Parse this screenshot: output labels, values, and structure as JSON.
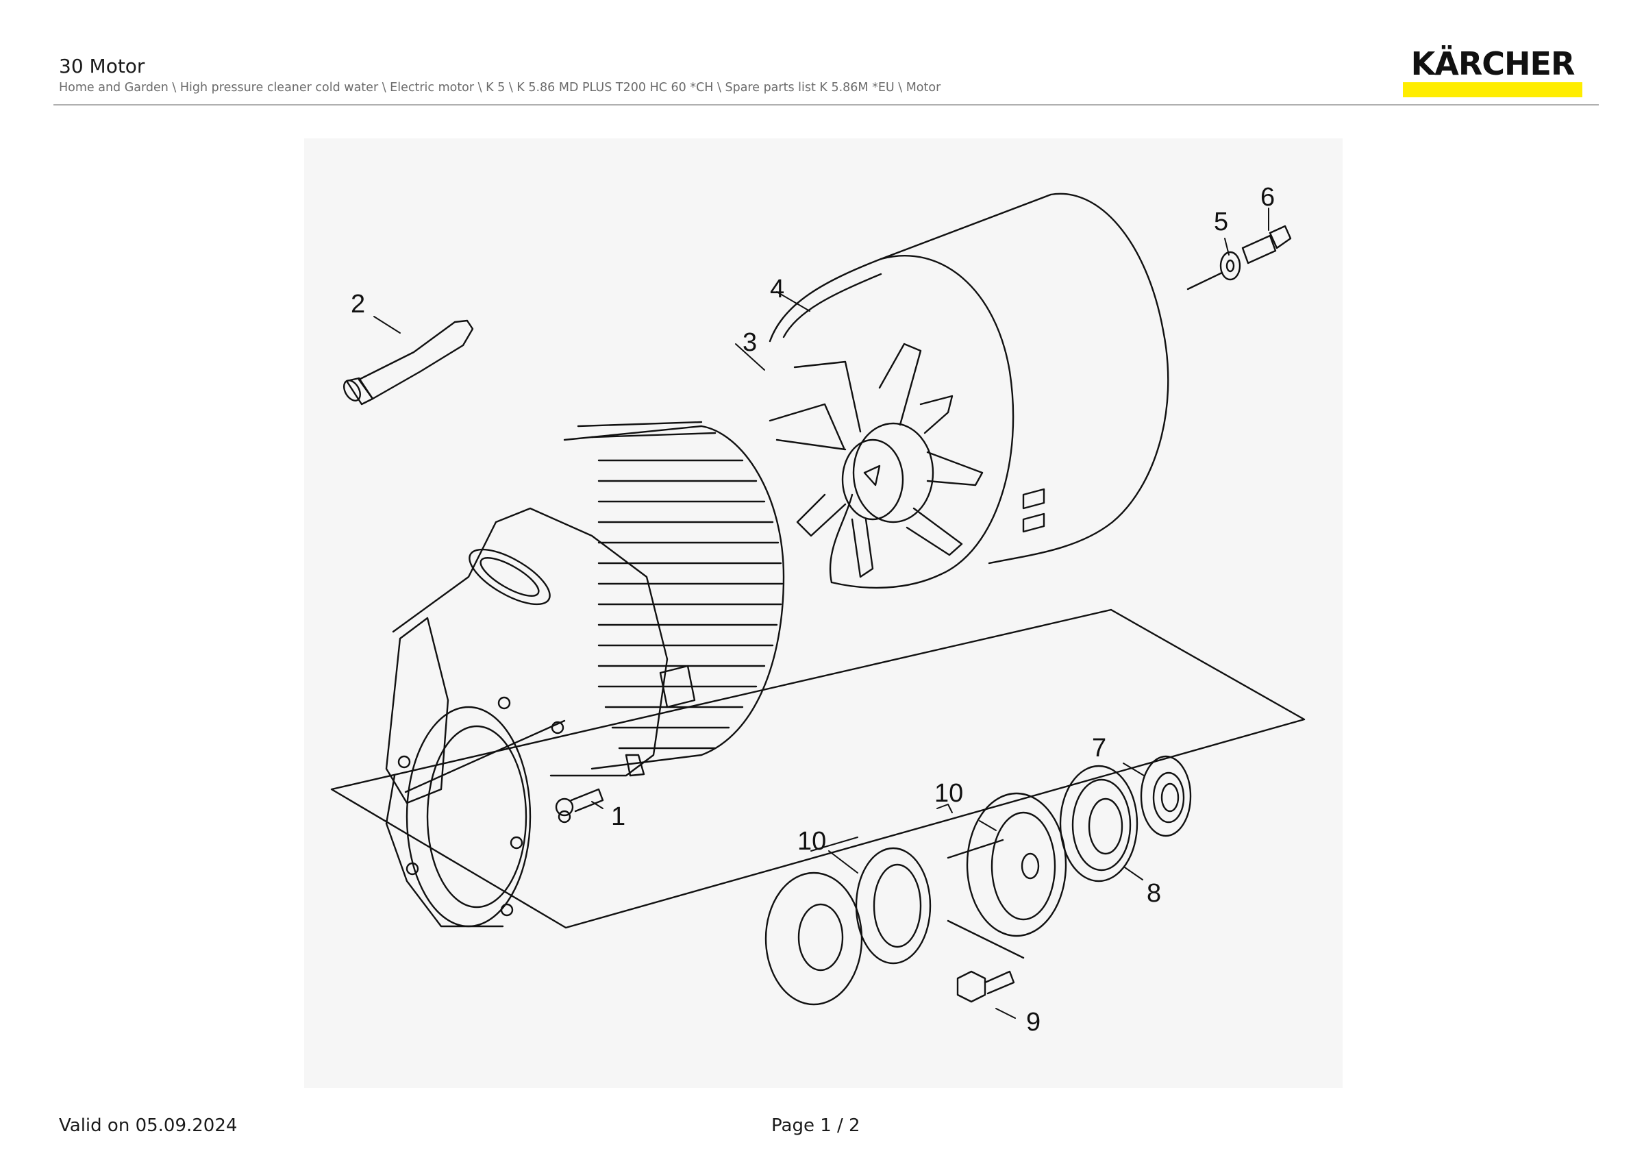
{
  "header": {
    "title": "30 Motor",
    "breadcrumb": "Home and Garden \\ High pressure cleaner cold water \\ Electric motor \\ K 5 \\ K 5.86 MD PLUS T200 HC 60 *CH \\ Spare parts list K 5.86M *EU \\ Motor"
  },
  "brand": {
    "name": "KÄRCHER",
    "accent_color": "#ffed00"
  },
  "diagram": {
    "callouts": [
      "1",
      "2",
      "3",
      "4",
      "5",
      "6",
      "7",
      "8",
      "9",
      "10",
      "10"
    ]
  },
  "footer": {
    "valid_label": "Valid on 05.09.2024",
    "page_label": "Page 1 / 2"
  }
}
